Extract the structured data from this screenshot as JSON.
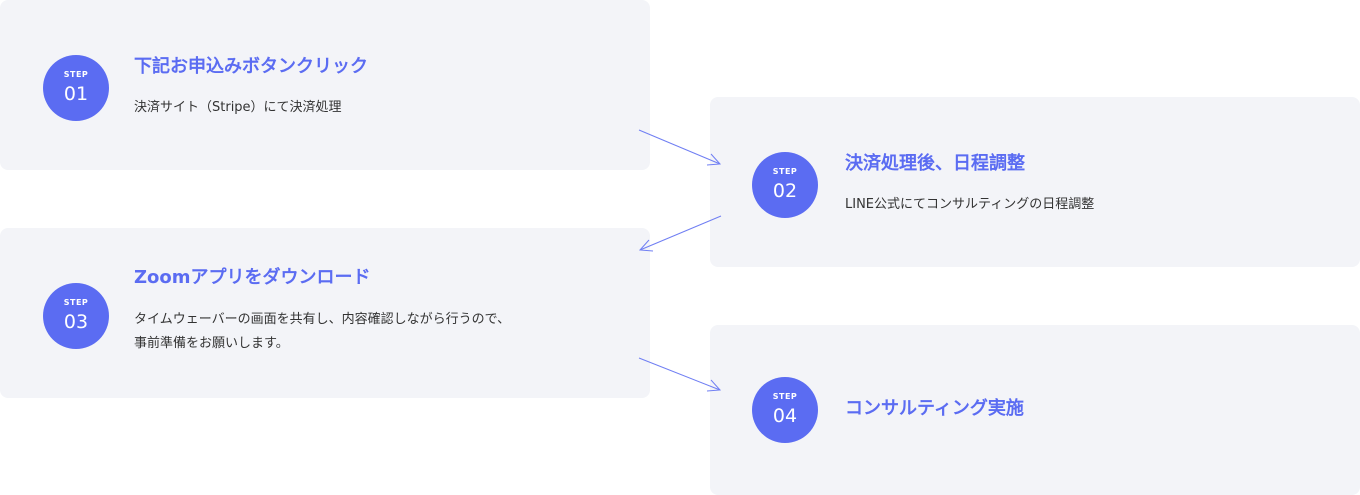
{
  "steps": [
    {
      "step_label": "STEP",
      "number": "01",
      "title": "下記お申込みボタンクリック",
      "description_lines": [
        "決済サイト（Stripe）にて決済処理"
      ]
    },
    {
      "step_label": "STEP",
      "number": "02",
      "title": "決済処理後、日程調整",
      "description_lines": [
        "LINE公式にてコンサルティングの日程調整"
      ]
    },
    {
      "step_label": "STEP",
      "number": "03",
      "title": "Zoomアプリをダウンロード",
      "description_lines": [
        "タイムウェーバーの画面を共有し、内容確認しながら行うので、",
        "事前準備をお願いします。"
      ]
    },
    {
      "step_label": "STEP",
      "number": "04",
      "title": "コンサルティング実施",
      "description_lines": []
    }
  ],
  "colors": {
    "accent": "#5b6cf2",
    "card_background": "#f3f4f8",
    "text": "#333333",
    "arrow": "#6f7ef3"
  }
}
